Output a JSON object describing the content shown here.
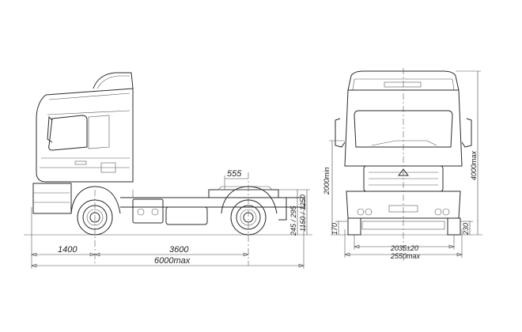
{
  "dimensions": {
    "front_overhang": "1400",
    "wheelbase": "3600",
    "overall_length": "6000max",
    "fifth_wheel_offset": "555",
    "fifth_wheel_height": "1150 / 1250",
    "frame_height": "245 / 295",
    "ground_clearance": "2000min",
    "front_ground_clearance": "170",
    "rear_ground_clearance": "230",
    "track_width": "2035±20",
    "overall_width": "2550max",
    "overall_height": "4000max"
  }
}
